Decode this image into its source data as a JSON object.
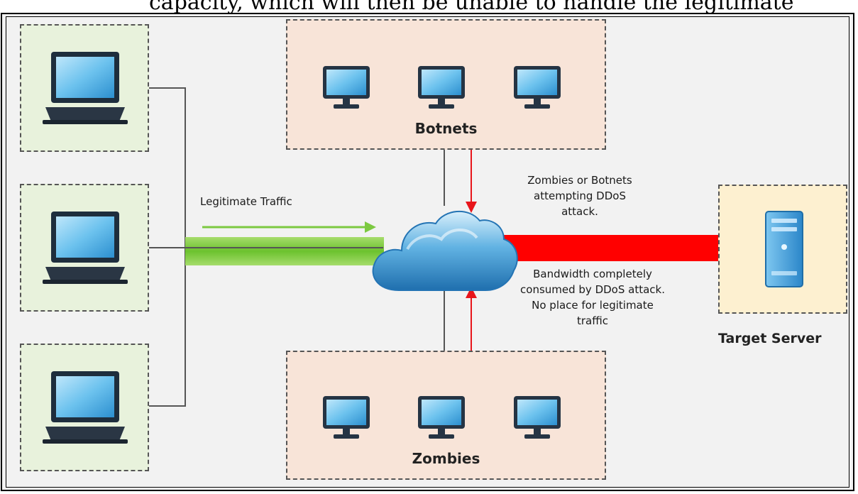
{
  "cutoff_caption": "capacity, which will then be unable to handle the legitimate",
  "groups": {
    "botnets": {
      "label": "Botnets"
    },
    "zombies": {
      "label": "Zombies"
    }
  },
  "traffic": {
    "legitimate_label": "Legitimate Traffic",
    "attack_label_lines": [
      "Zombies or Botnets",
      "attempting DDoS",
      "attack."
    ],
    "bandwidth_label_lines": [
      "Bandwidth completely",
      "consumed by DDoS attack.",
      "No place for legitimate",
      "traffic"
    ]
  },
  "target": {
    "label": "Target Server"
  },
  "colors": {
    "legit_green": "#7cc940",
    "attack_red": "#ff0000",
    "cloud_blue": "#3a9ad6",
    "screen_blue": "#5ab8e8"
  },
  "icons": {
    "clients": [
      "laptop-icon",
      "laptop-icon",
      "laptop-icon"
    ],
    "botnet_monitors": [
      "monitor-icon",
      "monitor-icon",
      "monitor-icon"
    ],
    "zombie_monitors": [
      "monitor-icon",
      "monitor-icon",
      "monitor-icon"
    ],
    "cloud": "cloud-icon",
    "server": "server-icon"
  }
}
